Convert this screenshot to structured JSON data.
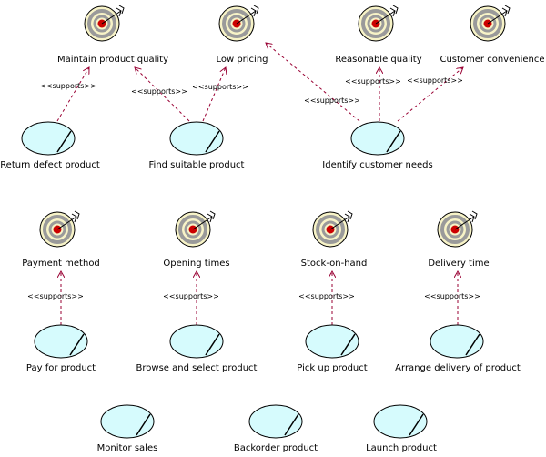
{
  "goals": [
    {
      "id": "g1",
      "label": "Maintain product quality"
    },
    {
      "id": "g2",
      "label": "Low pricing"
    },
    {
      "id": "g3",
      "label": "Reasonable quality"
    },
    {
      "id": "g4",
      "label": "Customer convenience"
    },
    {
      "id": "g5",
      "label": "Payment method"
    },
    {
      "id": "g6",
      "label": "Opening times"
    },
    {
      "id": "g7",
      "label": "Stock-on-hand"
    },
    {
      "id": "g8",
      "label": "Delivery time"
    }
  ],
  "use_cases": [
    {
      "id": "u1",
      "label": "Return defect product"
    },
    {
      "id": "u2",
      "label": "Find suitable product"
    },
    {
      "id": "u3",
      "label": "Identify customer needs"
    },
    {
      "id": "u4",
      "label": "Pay for product"
    },
    {
      "id": "u5",
      "label": "Browse and select product"
    },
    {
      "id": "u6",
      "label": "Pick up product"
    },
    {
      "id": "u7",
      "label": "Arrange delivery of product"
    },
    {
      "id": "u8",
      "label": "Monitor sales"
    },
    {
      "id": "u9",
      "label": "Backorder product"
    },
    {
      "id": "u10",
      "label": "Launch product"
    }
  ],
  "relations": [
    {
      "from": "u1",
      "to": "g1",
      "label": "<<supports>>"
    },
    {
      "from": "u2",
      "to": "g1",
      "label": "<<supports>>"
    },
    {
      "from": "u2",
      "to": "g2",
      "label": "<<supports>>"
    },
    {
      "from": "u3",
      "to": "g2",
      "label": "<<supports>>"
    },
    {
      "from": "u3",
      "to": "g3",
      "label": "<<supports>>"
    },
    {
      "from": "u3",
      "to": "g4",
      "label": "<<supports>>"
    },
    {
      "from": "u4",
      "to": "g5",
      "label": "<<supports>>"
    },
    {
      "from": "u5",
      "to": "g6",
      "label": "<<supports>>"
    },
    {
      "from": "u6",
      "to": "g7",
      "label": "<<supports>>"
    },
    {
      "from": "u7",
      "to": "g8",
      "label": "<<supports>>"
    }
  ],
  "colors": {
    "goal_bg": "#f7f3c7",
    "goal_ring": "#9a9a9a",
    "goal_center": "#cc0000",
    "usecase_fill": "#d6fbfd",
    "relation_line": "#990033"
  }
}
